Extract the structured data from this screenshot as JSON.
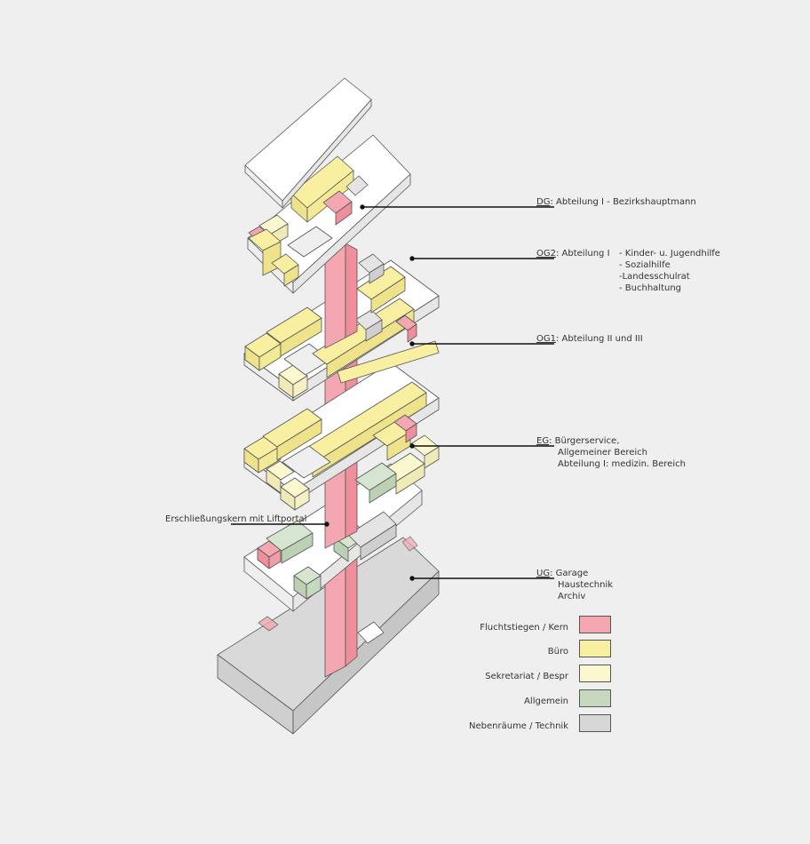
{
  "colors": {
    "core": "#f4a7b0",
    "office": "#f8f0a0",
    "secretariat": "#fbf8d0",
    "general": "#c6d9be",
    "technical": "#d7d7d7",
    "slab": "#ffffff",
    "line": "#555555",
    "background": "#efefef"
  },
  "floors": [
    {
      "code": "DG",
      "text": "Abteilung I - Bezirkshauptmann",
      "items": []
    },
    {
      "code": "OG2",
      "text": "Abteilung I",
      "items": [
        "- Kinder- u. Jugendhilfe",
        "- Sozialhilfe",
        "-Landesschulrat",
        "- Buchhaltung"
      ]
    },
    {
      "code": "OG1",
      "text": "Abteilung II und III",
      "items": []
    },
    {
      "code": "EG",
      "text": "Bürgerservice,",
      "items": [
        "Allgemeiner Bereich",
        "Abteilung I: medizin. Bereich"
      ]
    },
    {
      "code": "UG",
      "text": "Garage",
      "items": [
        "Haustechnik",
        "Archiv"
      ]
    }
  ],
  "core_label": "Erschließungskern mit Liftportal",
  "legend": [
    {
      "label": "Fluchtstiegen / Kern",
      "color_key": "core"
    },
    {
      "label": "Büro",
      "color_key": "office"
    },
    {
      "label": "Sekretariat / Bespr",
      "color_key": "secretariat"
    },
    {
      "label": "Allgemein",
      "color_key": "general"
    },
    {
      "label": "Nebenräume / Technik",
      "color_key": "technical"
    }
  ]
}
